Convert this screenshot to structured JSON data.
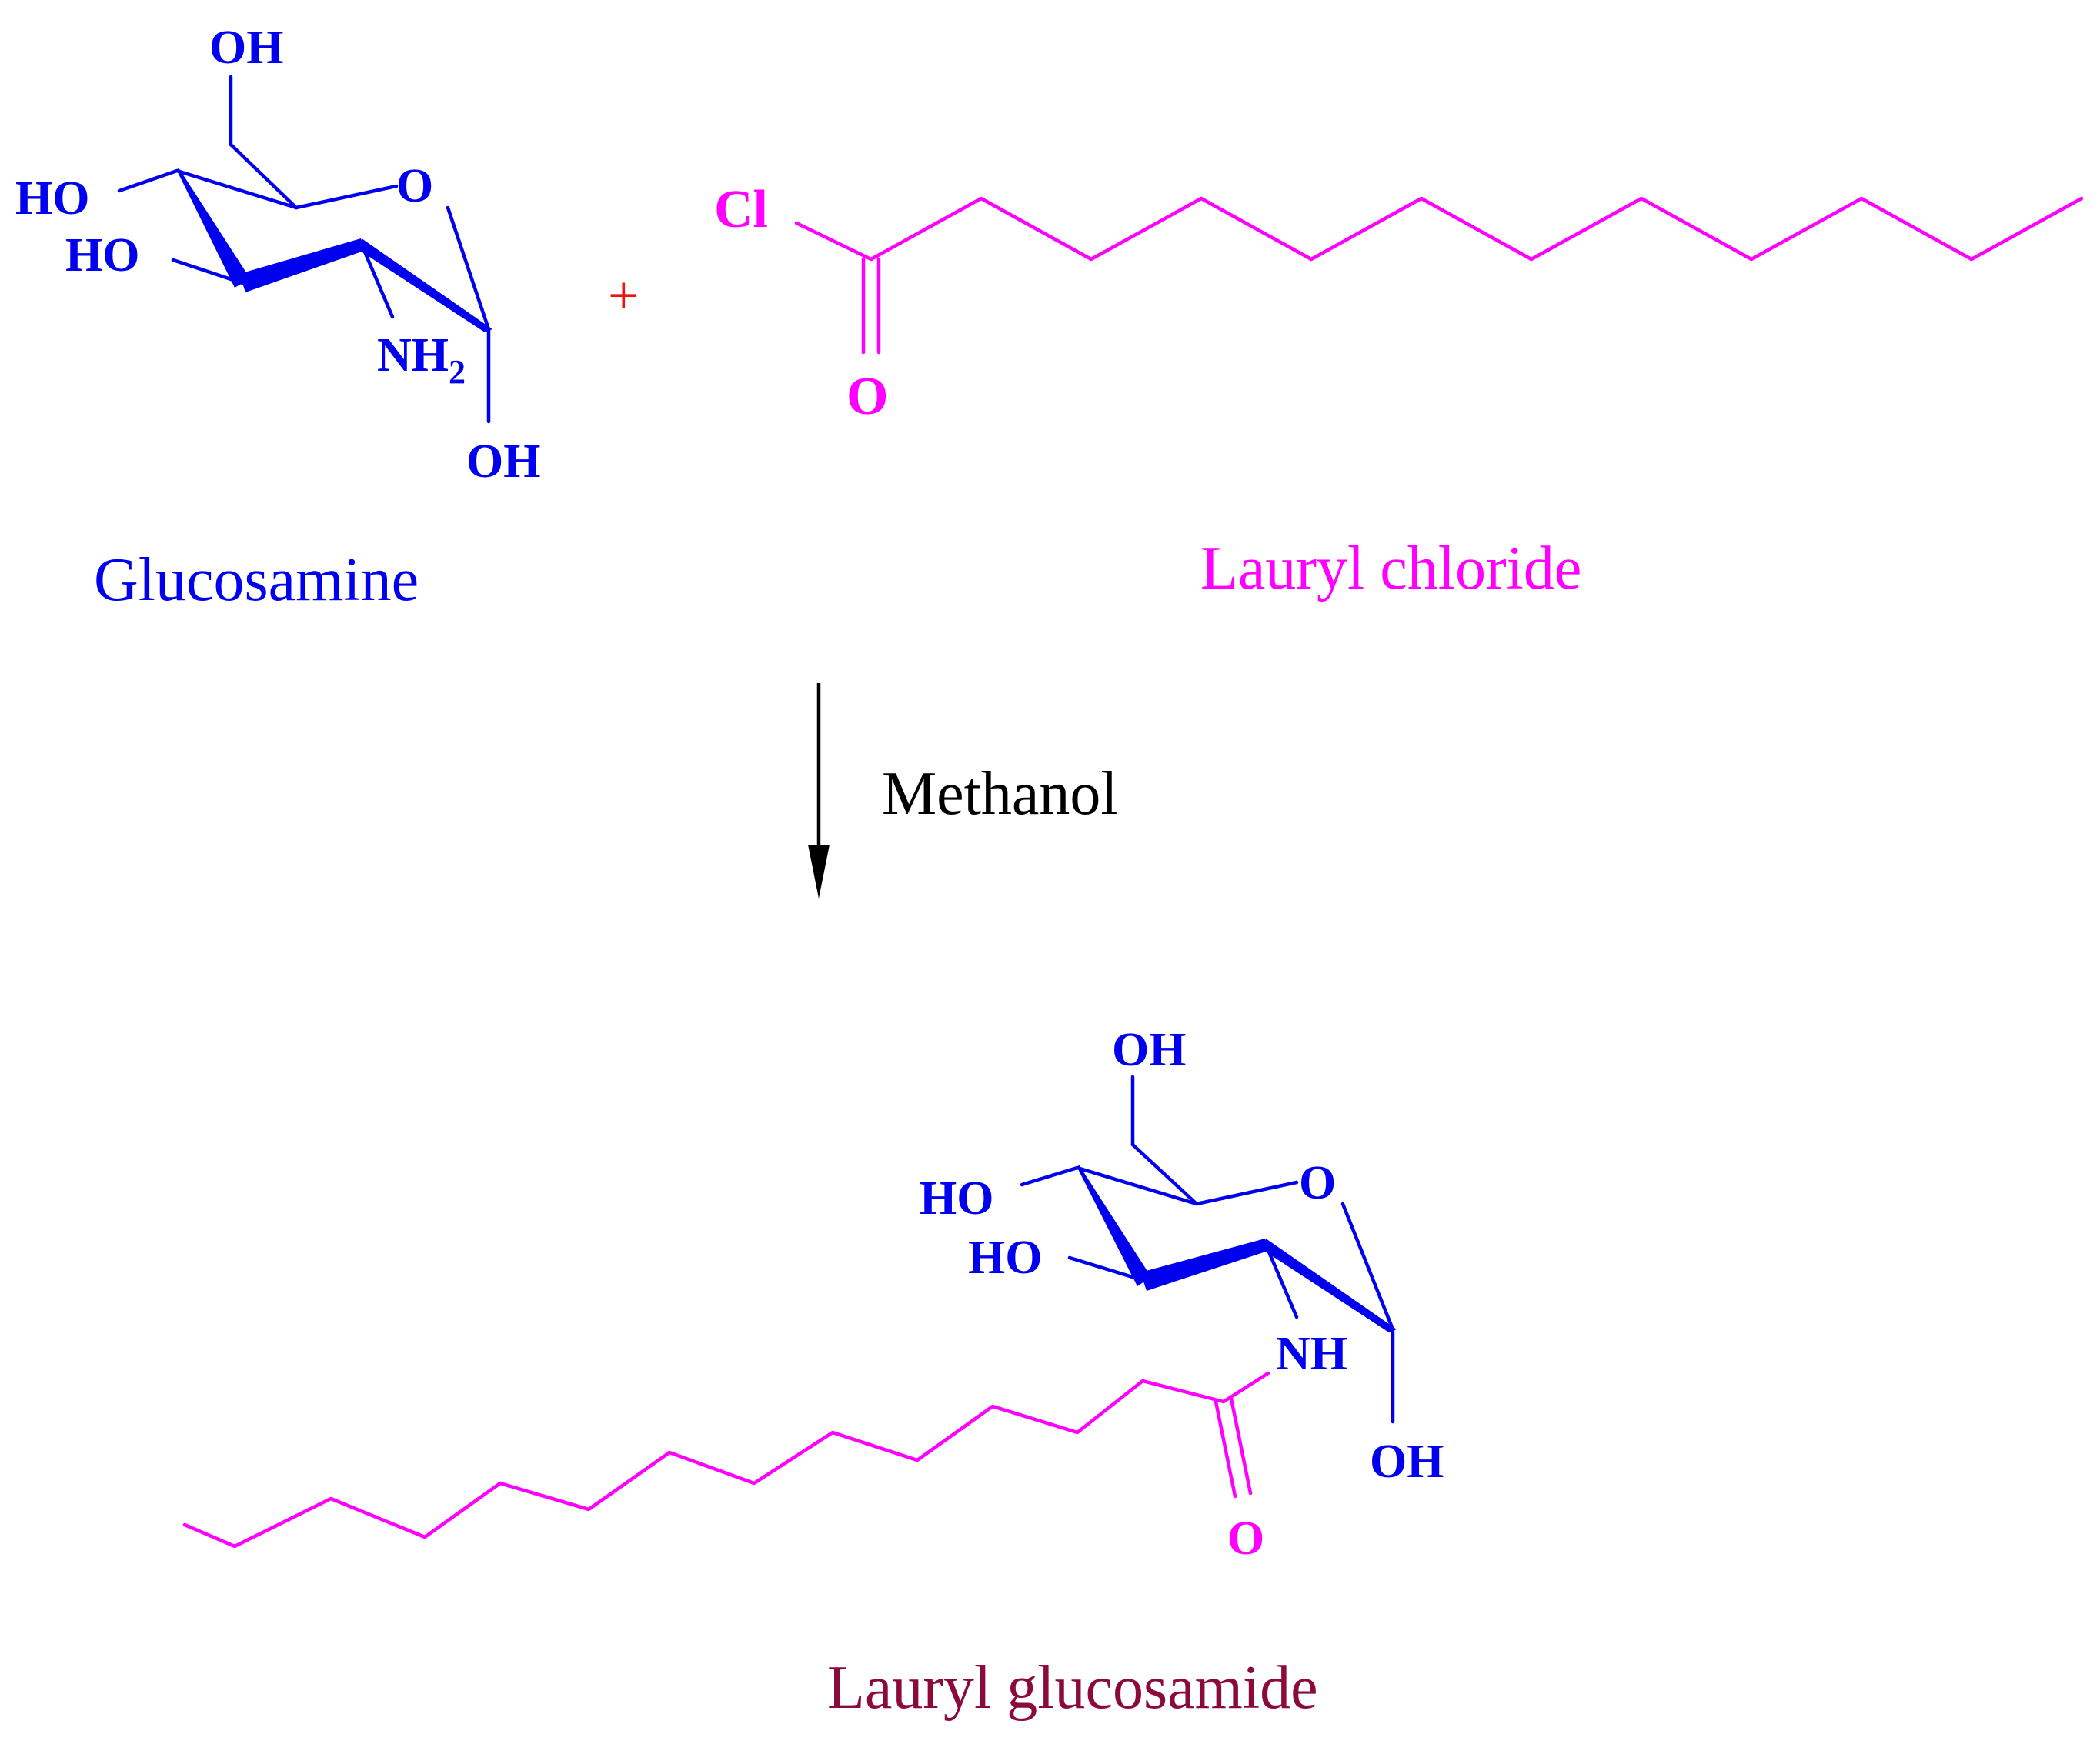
{
  "colors": {
    "glucosamine": "#0000EE",
    "lauryl": "#FF00FF",
    "product_caption": "#8B0A3C",
    "plus": "#EE1111",
    "arrow": "#000000"
  },
  "reactant1": {
    "name": "Glucosamine",
    "labels": {
      "oh_top": "OH",
      "ho_c4": "HO",
      "ho_c3": "HO",
      "ring_o": "O",
      "nh2": "NH",
      "nh2_sub": "2",
      "oh_anomeric": "OH"
    }
  },
  "plus_sign": "+",
  "reactant2": {
    "name": "Lauryl chloride",
    "labels": {
      "cl": "Cl",
      "o": "O"
    }
  },
  "reagent": "Methanol",
  "product": {
    "name": "Lauryl glucosamide",
    "labels": {
      "oh_top": "OH",
      "ho_c4": "HO",
      "ho_c3": "HO",
      "ring_o": "O",
      "nh": "NH",
      "oh_anomeric": "OH",
      "o": "O"
    }
  }
}
